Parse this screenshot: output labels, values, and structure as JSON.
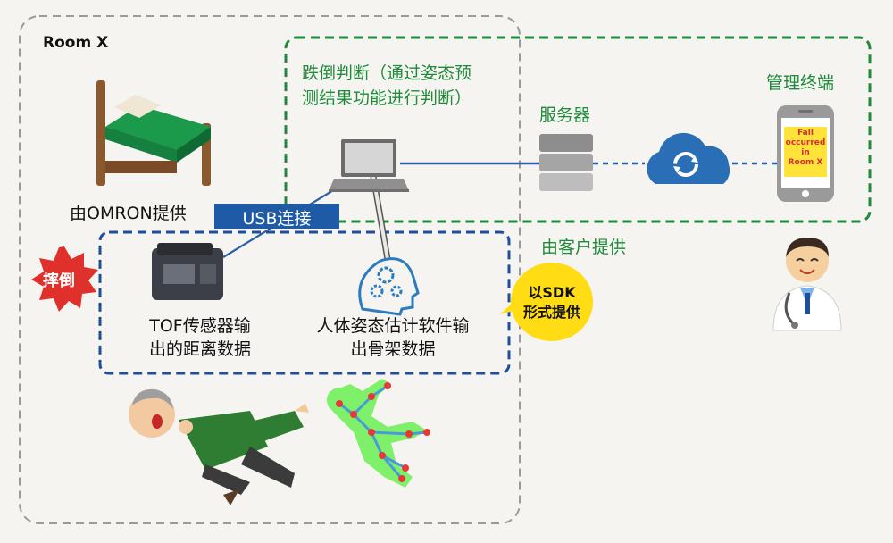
{
  "room": {
    "label": "Room X"
  },
  "omron": {
    "label": "由OMRON提供"
  },
  "usb": {
    "label": "USB连接"
  },
  "fall_badge": {
    "label": "摔倒"
  },
  "tof": {
    "line1": "TOF传感器输",
    "line2": "出的距离数据"
  },
  "pose": {
    "line1": "人体姿态估计软件输",
    "line2": "出骨架数据"
  },
  "sdk_bubble": {
    "line1": "以SDK",
    "line2": "形式提供"
  },
  "fall_judgment": {
    "line1": "跌倒判断（通过姿态预",
    "line2": "测结果功能进行判断）"
  },
  "server": {
    "label": "服务器"
  },
  "terminal": {
    "label": "管理终端"
  },
  "customer": {
    "label": "由客户提供"
  },
  "phone_screen": {
    "line1": "Fall",
    "line2": "occurred",
    "line3": "in",
    "line4": "Room X"
  },
  "colors": {
    "green_border": "#1e8a3a",
    "blue_border": "#1f4e9a",
    "usb_bg": "#1f5aa6",
    "fall_badge": "#e0302c",
    "sdk_bubble": "#ffdc14",
    "connection_line": "#2a5fa8",
    "cloud": "#2a6fb5"
  }
}
